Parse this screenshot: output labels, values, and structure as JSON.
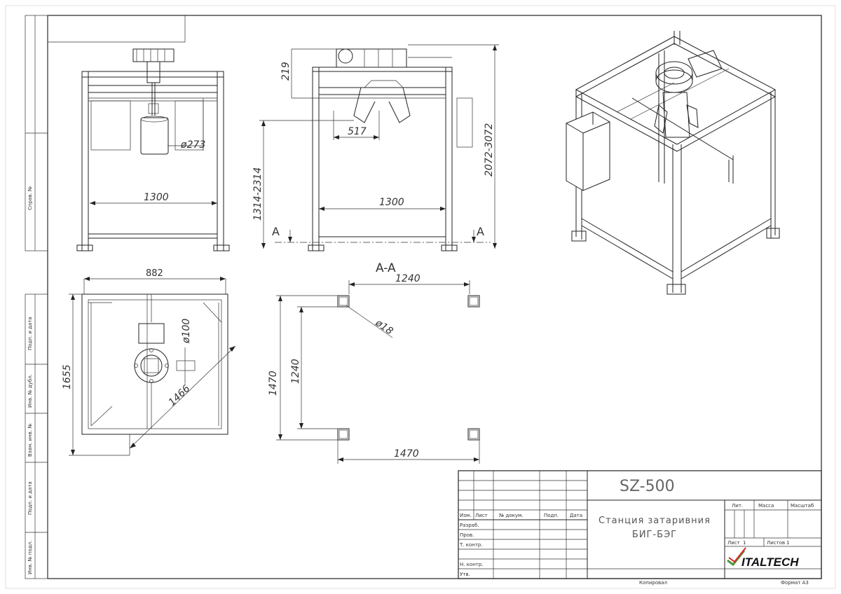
{
  "views": {
    "front": {
      "dia": "ø273",
      "width": "1300"
    },
    "side": {
      "h219": "219",
      "h517": "517",
      "range1": "1314-2314",
      "range2": "2072-3072",
      "width": "1300",
      "sectionMark": "A"
    },
    "plan": {
      "w882": "882",
      "h1655": "1655",
      "diag1466": "1466",
      "dia100": "ø100"
    },
    "section": {
      "title": "A-A",
      "w1240": "1240",
      "w1470": "1470",
      "h1470": "1470",
      "h1240": "1240",
      "dia18": "ø18"
    }
  },
  "side_stamp": [
    "Справ. №",
    "Подп. и дата",
    "Инв. № дубл.",
    "Взам. инв. №",
    "Подп. и дата",
    "Инв. № подл."
  ],
  "title_block": {
    "designation": "SZ-500",
    "name_line1": "Станция затаривния",
    "name_line2": "БИГ-БЭГ",
    "headers": [
      "Изм.",
      "Лист",
      "№ докум.",
      "Подп.",
      "Дата"
    ],
    "roles": [
      "Разраб.",
      "Пров.",
      "Т. контр.",
      "",
      "Н. контр.",
      "Утв."
    ],
    "lit": "Лит.",
    "mass": "Масса",
    "scale": "Масштаб",
    "sheet": "Лист",
    "sheets": "Листов",
    "sheet_num": "1",
    "sheets_num": "1",
    "company": "ITALTECH",
    "copied": "Копировал",
    "format": "Формат А3"
  }
}
